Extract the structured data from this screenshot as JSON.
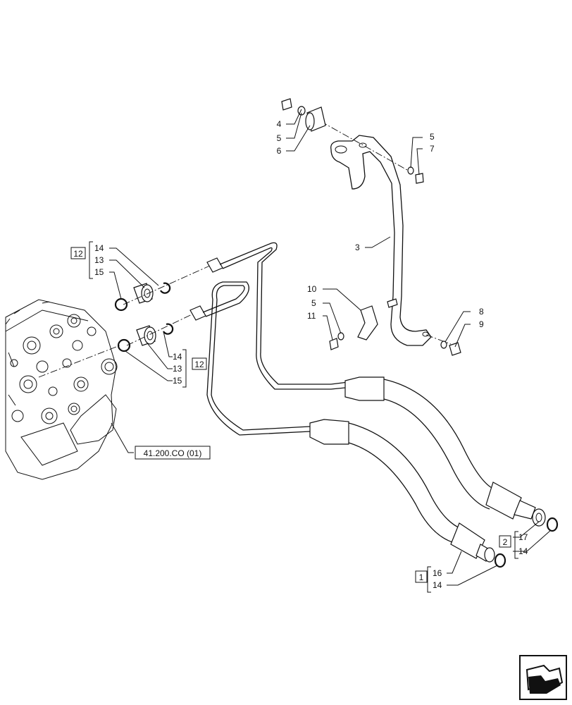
{
  "callouts": {
    "c4": "4",
    "c5a": "5",
    "c6": "6",
    "c5b": "5",
    "c7": "7",
    "c3": "3",
    "c10": "10",
    "c5c": "5",
    "c11": "11",
    "c8": "8",
    "c9": "9",
    "c14a": "14",
    "c13a": "13",
    "c15a": "15",
    "c14b": "14",
    "c13b": "13",
    "c15b": "15",
    "c17": "17",
    "c14c": "14",
    "c16": "16",
    "c14d": "14"
  },
  "boxes": {
    "b12a": "12",
    "b12b": "12",
    "b2": "2",
    "b1": "1"
  },
  "reference": {
    "label": "41.200.CO (01)"
  },
  "nav_icon": "next-page-arrow-icon"
}
